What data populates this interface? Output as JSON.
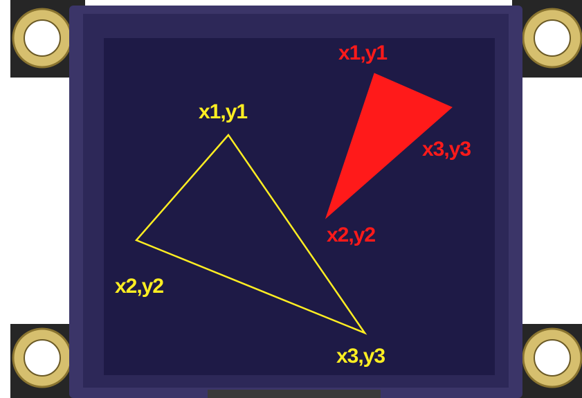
{
  "display": {
    "module_colors": {
      "bezel": "#3b3568",
      "screen": "#1e1a46",
      "pcb": "#2a2a2a",
      "mount_ring": "#d6bf6e"
    },
    "outline_triangle": {
      "color": "#ffee22",
      "filled": false,
      "labels": {
        "v1": "x1,y1",
        "v2": "x2,y2",
        "v3": "x3,y3"
      }
    },
    "filled_triangle": {
      "color": "#ff1a1a",
      "filled": true,
      "labels": {
        "v1": "x1,y1",
        "v2": "x2,y2",
        "v3": "x3,y3"
      }
    }
  }
}
